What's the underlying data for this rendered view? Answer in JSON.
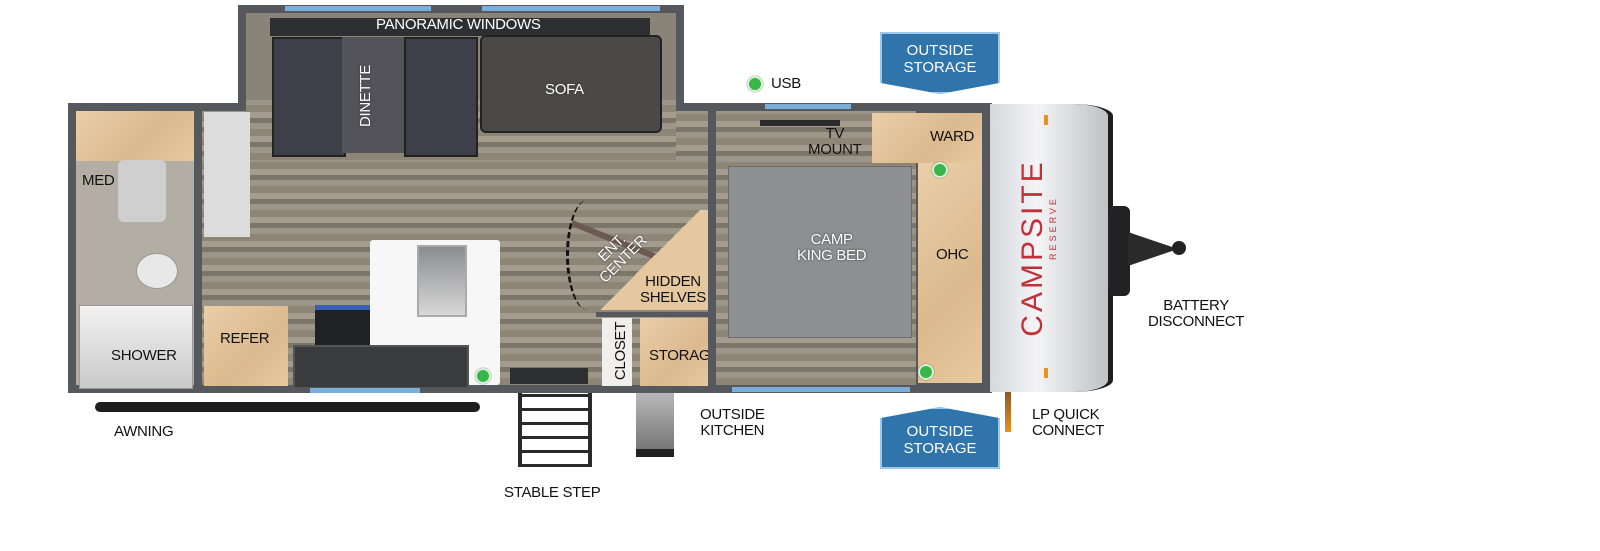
{
  "floorplan": {
    "brand_logo": "CAMPSITE",
    "brand_sub": "RESERVE",
    "labels": {
      "panoramic_windows": "PANORAMIC WINDOWS",
      "dinette": "DINETTE",
      "sofa": "SOFA",
      "usb": "USB",
      "med": "MED",
      "shower": "SHOWER",
      "refer": "REFER",
      "ent_center_1": "ENT.",
      "ent_center_2": "CENTER",
      "hidden_shelves_1": "HIDDEN",
      "hidden_shelves_2": "SHELVES",
      "closet": "CLOSET",
      "storage": "STORAGE",
      "tv_mount_1": "TV",
      "tv_mount_2": "MOUNT",
      "ward": "WARD",
      "camp_king_bed_1": "CAMP",
      "camp_king_bed_2": "KING BED",
      "ohc": "OHC",
      "awning": "AWNING",
      "stable_step": "STABLE STEP",
      "outside_kitchen_1": "OUTSIDE",
      "outside_kitchen_2": "KITCHEN",
      "outside_storage_1": "OUTSIDE",
      "outside_storage_2": "STORAGE",
      "lp_quick_connect_1": "LP QUICK",
      "lp_quick_connect_2": "CONNECT",
      "battery_disconnect_1": "BATTERY",
      "battery_disconnect_2": "DISCONNECT"
    },
    "colors": {
      "badge": "#2f74aa",
      "usb_dot": "#3ab54a",
      "logo": "#c0313a"
    }
  }
}
